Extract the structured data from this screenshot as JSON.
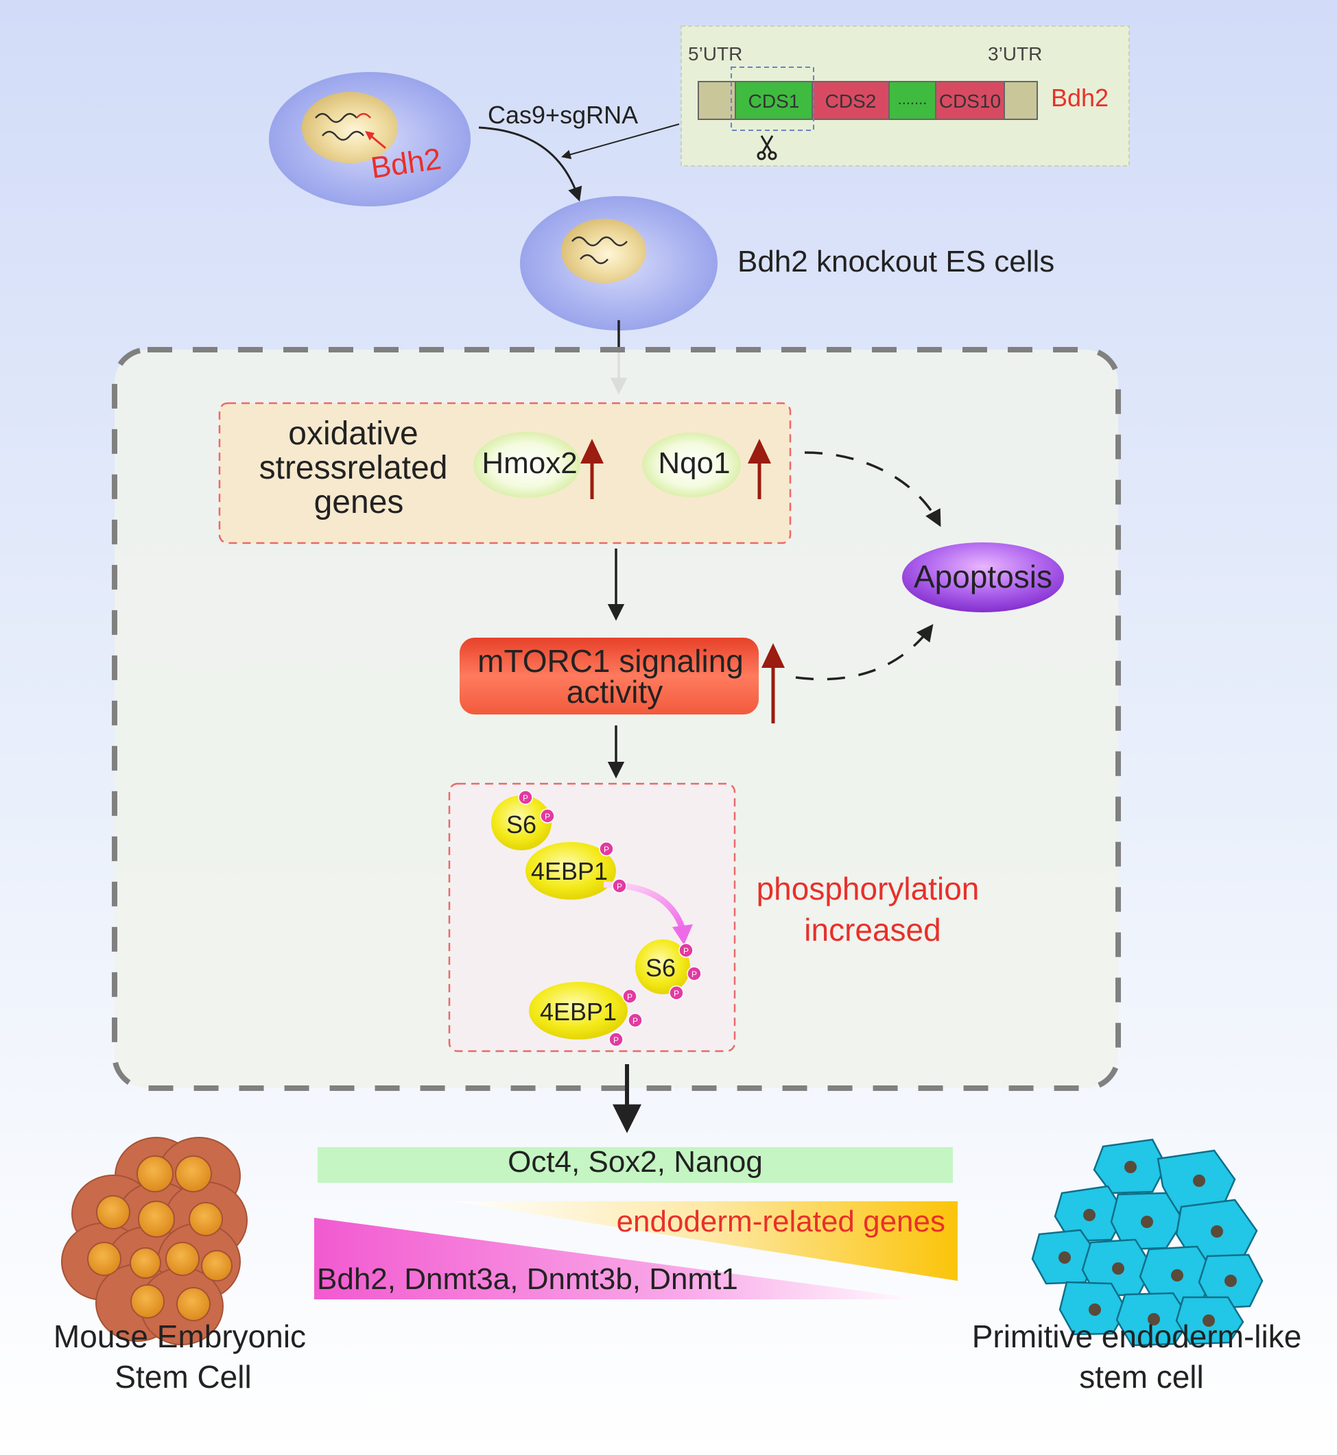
{
  "gene_map": {
    "utr5": "5’UTR",
    "utr3": "3’UTR",
    "cds1": "CDS1",
    "cds2": "CDS2",
    "dots": ".......",
    "cds10": "CDS10",
    "gene": "Bdh2"
  },
  "top": {
    "cell_gene_label": "Bdh2",
    "treatment": "Cas9+sgRNA",
    "knockout_label": "Bdh2 knockout ES cells"
  },
  "oxidative": {
    "title_line1": "oxidative",
    "title_line2": "stressrelated",
    "title_line3": "genes",
    "gene1": "Hmox2",
    "gene2": "Nqo1"
  },
  "apoptosis": "Apoptosis",
  "mtorc1": {
    "line1": "mTORC1 signaling",
    "line2": "activity"
  },
  "phospho": {
    "s6": "S6",
    "ebp1": "4EBP1",
    "p": "P",
    "label_line1": "phosphorylation",
    "label_line2": "increased"
  },
  "bottom": {
    "pluripotency": "Oct4, Sox2, Nanog",
    "endoderm": "endoderm-related genes",
    "methylation": "Bdh2, Dnmt3a, Dnmt3b, Dnmt1",
    "left_line1": "Mouse Embryonic",
    "left_line2": "Stem Cell",
    "right_line1": "Primitive endoderm-like",
    "right_line2": "stem cell"
  },
  "colors": {
    "background_top": "#d2dcf8",
    "cell_body": "#9aa6ee",
    "nucleus": "#ead39a",
    "cds_green": "#3fbb3f",
    "cds_red": "#d84a62",
    "red_text": "#e8302a",
    "up_arrow": "#9b1c10",
    "mtorc1": "#f46a52",
    "apoptosis": "#a24de4",
    "phospho_protein": "#f4ea1a",
    "phospho_p": "#e23aa0",
    "es_cell": "#e3902e",
    "pe_cell": "#22c6e6"
  }
}
